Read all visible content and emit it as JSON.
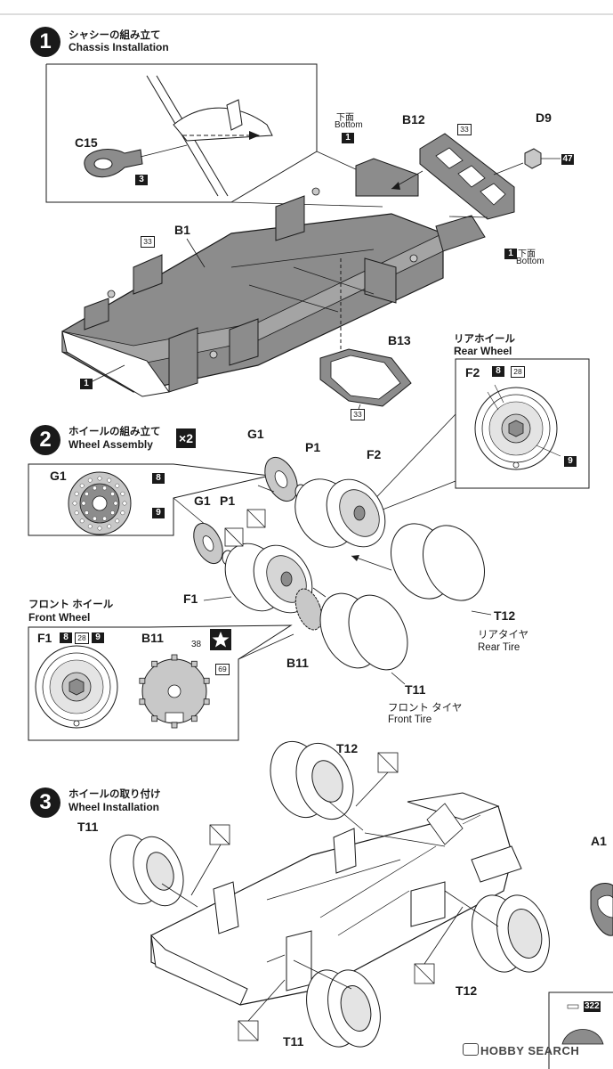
{
  "step1": {
    "number": "1",
    "title_jp": "シャシーの組み立て",
    "title_en": "Chassis Installation",
    "parts": {
      "c15": "C15",
      "b1": "B1",
      "b12": "B12",
      "d9": "D9",
      "b13": "B13"
    },
    "bottom_jp": "下面",
    "bottom_en": "Bottom",
    "colors": {
      "c15": "3",
      "b1": "33",
      "b12": "33",
      "d9": "47",
      "b13": "33",
      "b1_bottom": "1"
    },
    "badge_bottom_1": "1",
    "badge_bottom_2": "1"
  },
  "step2": {
    "number": "2",
    "title_jp": "ホイールの組み立て",
    "title_en": "Wheel Assembly",
    "multiplier": "×2",
    "parts": {
      "g1": "G1",
      "p1": "P1",
      "f2": "F2",
      "f1": "F1",
      "b11": "B11",
      "t11": "T11",
      "t12": "T12"
    },
    "g1_detail_colors": [
      "8",
      "9"
    ],
    "rear_wheel_jp": "リアホイール",
    "rear_wheel_en": "Rear Wheel",
    "rear_colors": [
      "8",
      "28",
      "9"
    ],
    "front_wheel_jp": "フロント ホイール",
    "front_wheel_en": "Front Wheel",
    "front_colors": [
      "8",
      "28",
      "9"
    ],
    "b11_colors": [
      "38",
      "69"
    ],
    "rear_tire_jp": "リアタイヤ",
    "rear_tire_en": "Rear Tire",
    "front_tire_jp": "フロント タイヤ",
    "front_tire_en": "Front Tire"
  },
  "step3": {
    "number": "3",
    "title_jp": "ホイールの取り付け",
    "title_en": "Wheel Installation",
    "parts": {
      "t12_top": "T12",
      "t11_left": "T11",
      "t12_right": "T12",
      "t11_bottom": "T11",
      "a1": "A1"
    },
    "paint_code": "322"
  },
  "watermark": "HOBBY SEARCH",
  "colors": {
    "ink": "#1a1a1a",
    "part_gray": "#8c8c8c",
    "light_gray": "#c8c8c8",
    "bg": "#ffffff"
  }
}
